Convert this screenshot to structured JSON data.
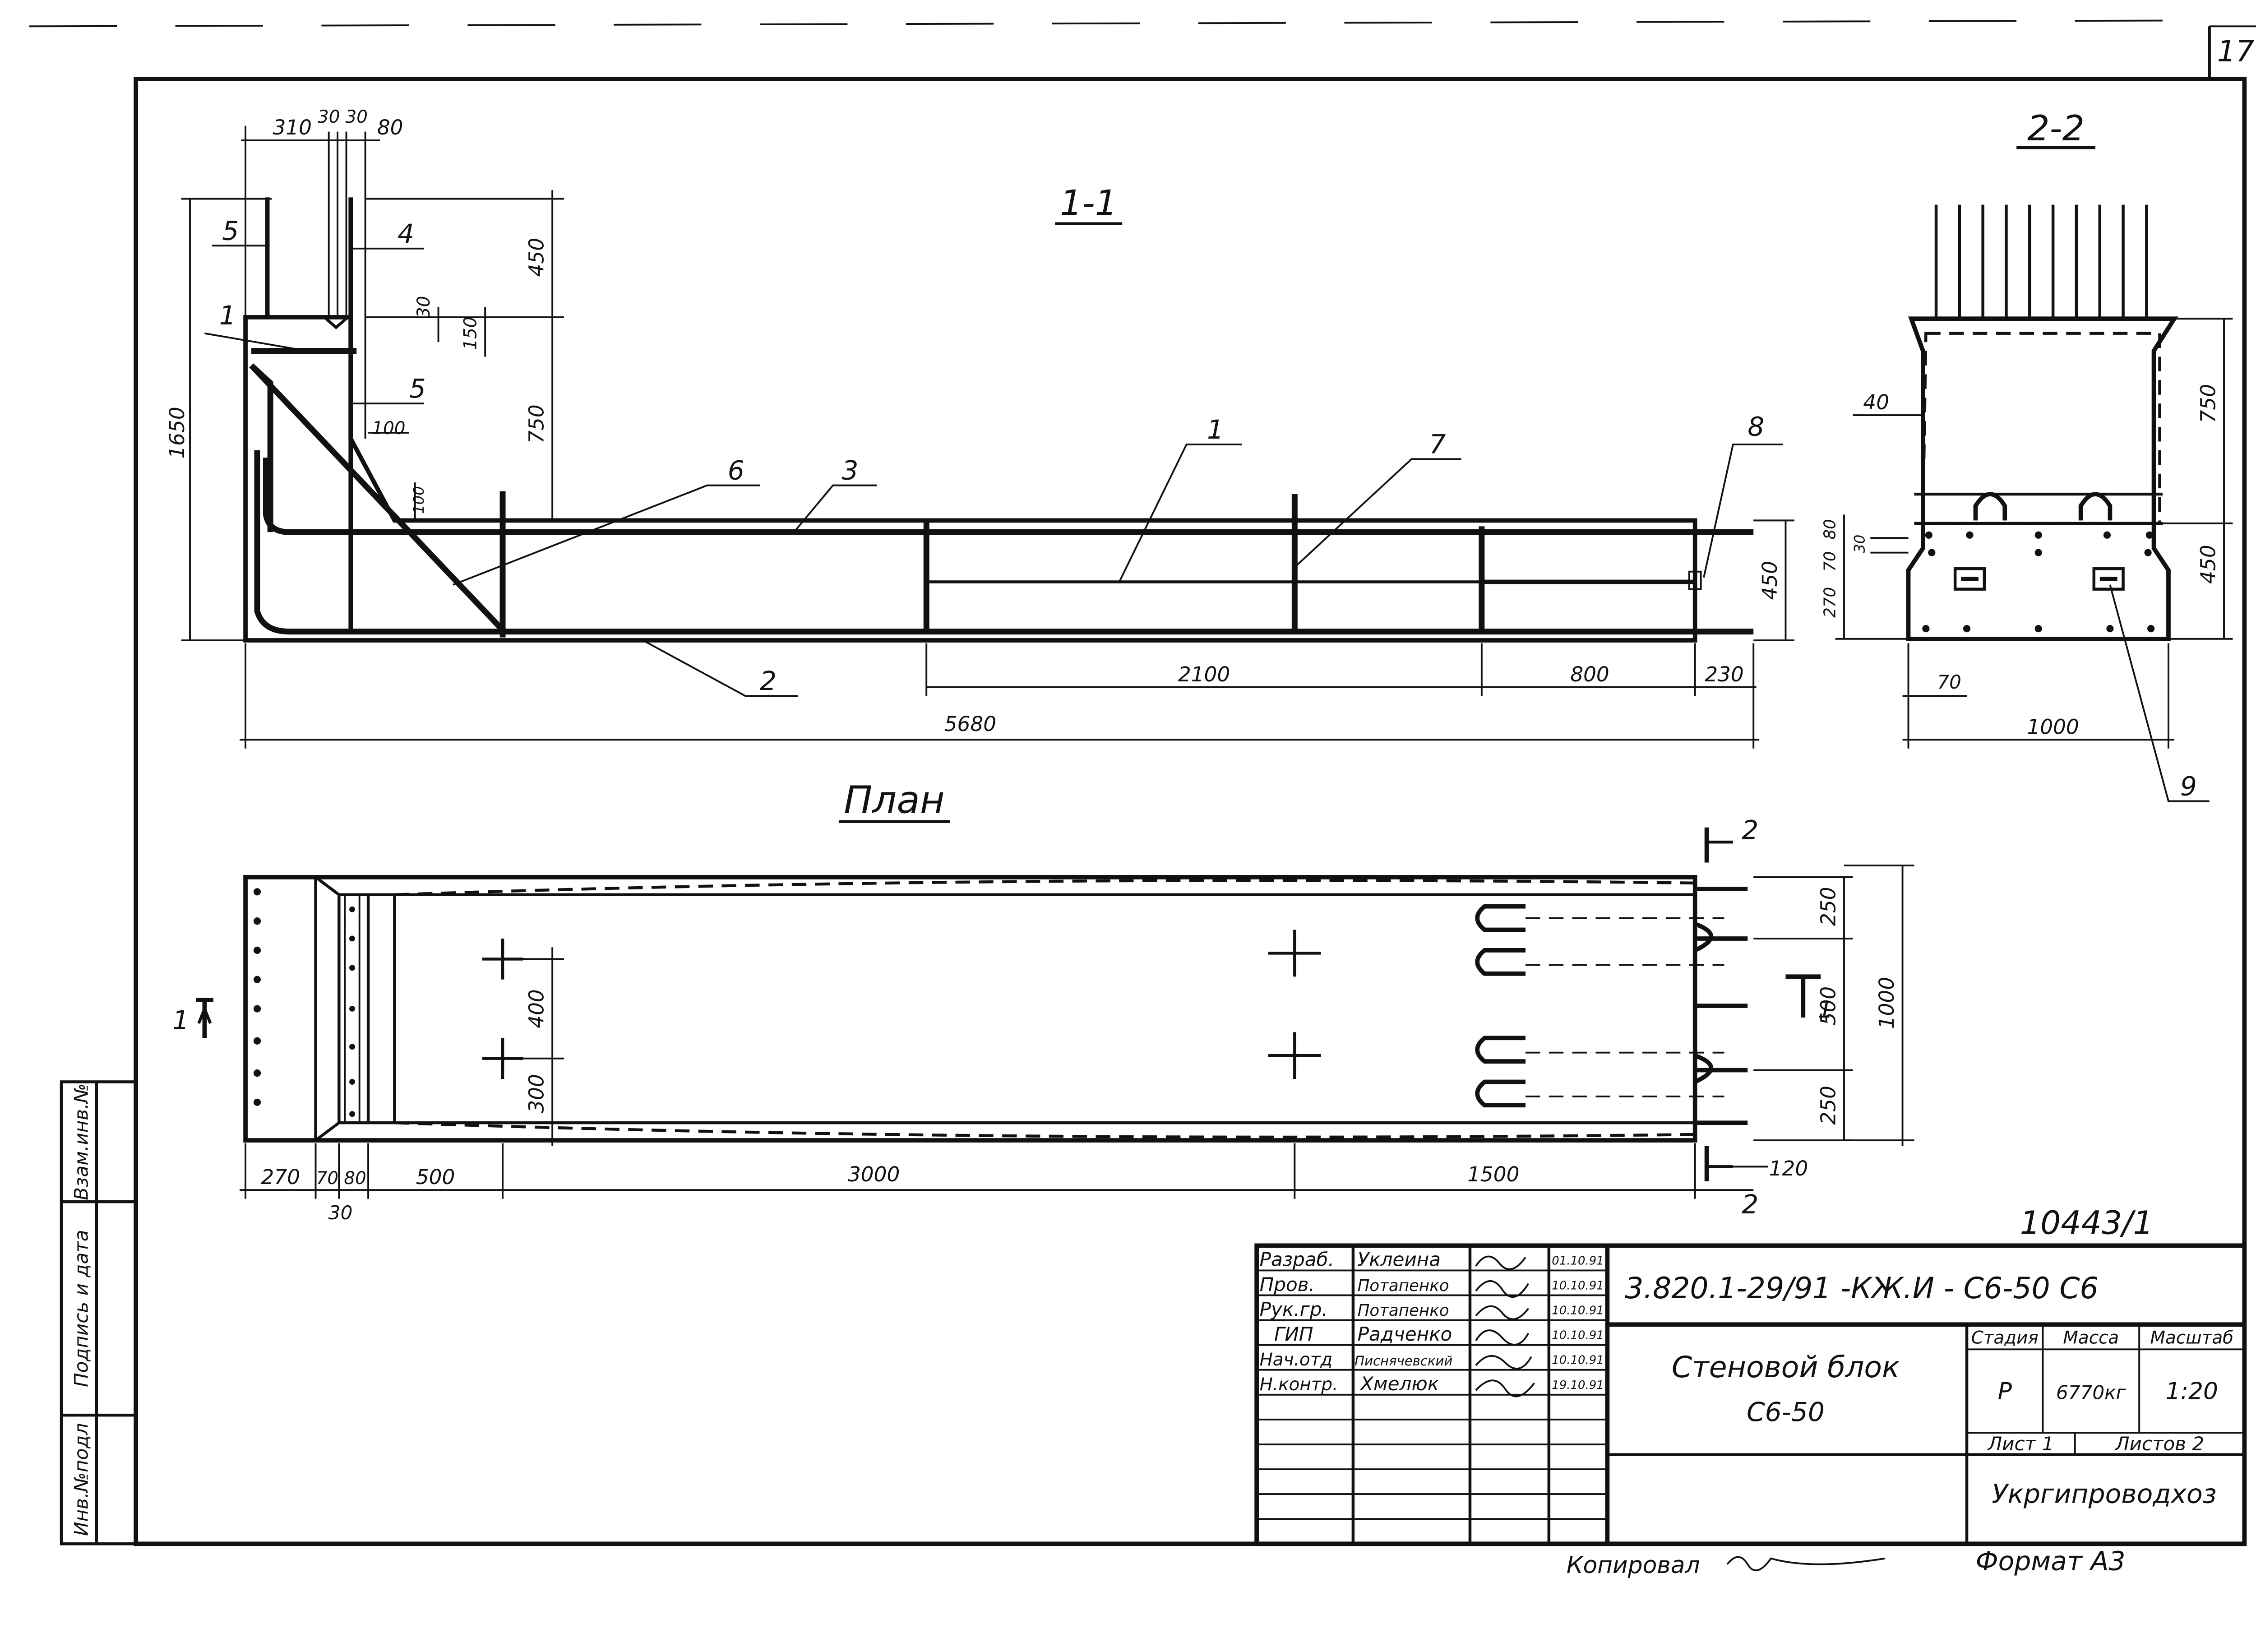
{
  "sheet": {
    "number": "17",
    "register_number": "10443/1"
  },
  "section_1_1": {
    "title": "1-1",
    "dims_top": [
      "310",
      "30",
      "30",
      "80"
    ],
    "dims_vertical": {
      "total_height": "1650",
      "top": "450",
      "middle": "750",
      "d30": "30",
      "d150": "150",
      "d100": "100",
      "d100b": "100",
      "right": "450"
    },
    "dims_bottom": {
      "d2100": "2100",
      "d800": "800",
      "d230": "230",
      "total": "5680"
    },
    "callouts": [
      "5",
      "4",
      "1",
      "5",
      "6",
      "3",
      "1",
      "7",
      "8",
      "2"
    ]
  },
  "section_2_2": {
    "title": "2-2",
    "dims": {
      "d40": "40",
      "d750": "750",
      "d450": "450",
      "d80": "80",
      "d70": "70",
      "d30": "30",
      "d270": "270",
      "d70b": "70",
      "d1000": "1000"
    },
    "callout": "9"
  },
  "plan": {
    "title": "План",
    "cut_marks": {
      "left": "1",
      "right": "1",
      "top": "2",
      "bottom": "2"
    },
    "dims_bottom": [
      "270",
      "70",
      "80",
      "500",
      "3000",
      "1500",
      "120"
    ],
    "dim_30": "30",
    "dims_left": [
      "400",
      "300"
    ],
    "dims_right": [
      "250",
      "500",
      "250",
      "1000"
    ]
  },
  "side_stamp": [
    "Инв.№подл",
    "Подпись и дата",
    "Взам.инв.№"
  ],
  "title_block": {
    "roles": [
      "Разраб.",
      "Пров.",
      "Рук.гр.",
      "ГИП",
      "Нач.отд",
      "Н.контр."
    ],
    "names": [
      "Уклеина",
      "Потапенко",
      "Потапенко",
      "Радченко",
      "Писнячевский",
      "Хмелюк"
    ],
    "dates": [
      "01.10.91",
      "10.10.91",
      "10.10.91",
      "10.10.91",
      "10.10.91",
      "19.10.91"
    ],
    "code": "3.820.1-29/91 -КЖ.И - С6-50 С6",
    "name_line1": "Стеновой блок",
    "name_line2": "С6-50",
    "stage_label": "Стадия",
    "mass_label": "Масса",
    "scale_label": "Масштаб",
    "stage": "Р",
    "mass": "6770кг",
    "scale": "1:20",
    "sheet_label": "Лист 1",
    "sheets_label": "Листов 2",
    "org": "Укргипроводхоз"
  },
  "footer": {
    "copied": "Копировал",
    "format": "Формат  А3"
  }
}
